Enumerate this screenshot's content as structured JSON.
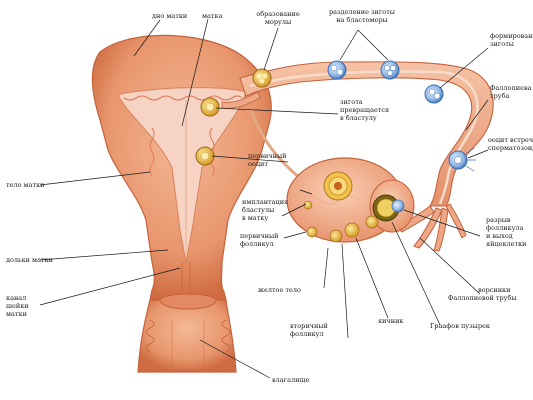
{
  "diagram": {
    "labels": {
      "fundus": "дно матки",
      "uterus": "матка",
      "morula": "образование морулы",
      "blastomere_division": "разделение зиготы на бластомеры",
      "zygote_forming": "формирование зиготы",
      "fallopian_tube": "Фаллопиева труба",
      "oocyte_meets_sperm": "ооцит встречает сперматозоиды",
      "zygote_to_blastocyst": "зигота превращается в бластулу",
      "primary_oocyte": "первичный ооцит",
      "implantation": "имплантация бластулы в матку",
      "primary_follicle": "первичный фолликул",
      "corpus_uteri": "тело матки",
      "endometrium": "дольки матки",
      "cervical_canal": "канал шейки матки",
      "vagina": "влагалище",
      "corpus_luteum": "желтое тело",
      "secondary_follicle": "вторичный фолликул",
      "ovary": "яичник",
      "graafian_follicle": "Граафов пузырек",
      "fimbriae": "ворсинки Фаллопиевой трубы",
      "follicle_rupture": "разрыв фолликула и выход яйцеклетки"
    },
    "colors": {
      "tissue": "#e8966c",
      "tissue_light": "#f4c4a4",
      "tissue_dark": "#c45c38",
      "cavity": "#f7d6c6",
      "tube": "#eea888",
      "ovary": "#f4b090",
      "follicle": "#f2d36a",
      "cell_yellow": "#e8b83a",
      "cell_blue": "#6f9fd8",
      "cell_blue_light": "#cfe0f4"
    }
  }
}
